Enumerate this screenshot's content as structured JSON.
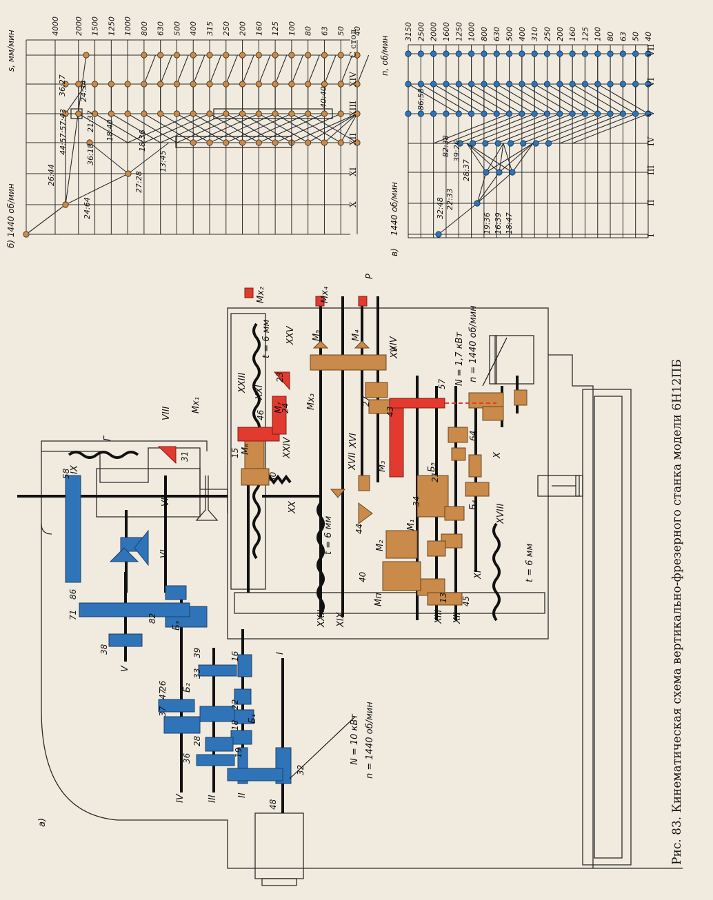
{
  "figure": {
    "caption": "Рис. 83. Кинематическая схема вертикально-фрезерного станка модели 6Н12ПБ",
    "panel_a": "а)",
    "panel_b": "б) 1440 об/мин",
    "panel_c": "в)"
  },
  "main_motor": {
    "power": "N = 10 кВт",
    "speed": "n = 1440 об/мин"
  },
  "feed_motor": {
    "power": "N = 1,7 кВт",
    "speed": "n = 1440 об/мин"
  },
  "colors": {
    "spindle_drive": "#2f74b8",
    "feed_drive": "#c98a4a",
    "rapid_drive": "#e23a2e",
    "frame": "#2a2a2a",
    "paper": "#f1ebdf"
  },
  "shafts": {
    "I": "I",
    "II": "II",
    "III": "III",
    "IV": "IV",
    "V": "V",
    "VI": "VI",
    "VII": "VII",
    "VIII": "VIII",
    "IX": "IX",
    "X": "X",
    "XI": "XI",
    "XII": "XII",
    "XIII": "XIII",
    "XIV": "XIV",
    "XV": "XV",
    "XVI": "XVI",
    "XVII": "XVII",
    "XVIII": "XVIII",
    "XIX": "XIX",
    "XX": "XX",
    "XXI": "XXI",
    "XXII": "XXII",
    "XXIII": "XXIII",
    "XXIV": "XXIV",
    "XXV": "XXV"
  },
  "clutches": {
    "Mx1": "Mx₁",
    "Mx2": "Mx₂",
    "Mx3": "Mx₃",
    "Mx4": "Mx₄",
    "M1": "M₁",
    "M2": "M₂",
    "M3": "M₃",
    "M4": "M₄",
    "M5": "M₅",
    "M6": "M₆",
    "M7": "M₇",
    "Mp": "Mп",
    "B1": "Б₁",
    "B2": "Б₂",
    "B3": "Б₃",
    "B4": "Б₄",
    "B5": "Б₅",
    "G": "Г",
    "P": "P"
  },
  "screw_pitch": "t = 6 мм",
  "gear_teeth": {
    "g32": "32",
    "g48": "48",
    "g36": "36",
    "g28": "28",
    "g37": "37",
    "g47": "47",
    "g26": "26",
    "g18": "18",
    "g33": "33",
    "g39": "39",
    "g19": "19",
    "g22": "22",
    "g16": "16",
    "g38": "38",
    "g82": "82",
    "g71": "71",
    "g86": "86",
    "g58": "58",
    "g31": "31",
    "g15": "15",
    "g46": "46",
    "g30": "30",
    "g23": "23",
    "g24": "24",
    "g40": "40",
    "g44": "44",
    "g34": "34",
    "g27": "27",
    "g64": "64",
    "g57": "57",
    "g43": "43",
    "g45": "45",
    "g13": "13",
    "g21": "21"
  },
  "feed_graph": {
    "unit": "s, мм/мин",
    "speeds": [
      "4000",
      "2000",
      "1500",
      "1250",
      "1000",
      "800",
      "630",
      "500",
      "400",
      "315",
      "250",
      "200",
      "160",
      "125",
      "100",
      "80",
      "63",
      "50",
      "40"
    ],
    "shafts": [
      "X",
      "XI",
      "XII",
      "XIII",
      "XIV",
      "С стол"
    ],
    "ratios": [
      "26:44",
      "44:57:57:43",
      "36:27",
      "24:34",
      "24:64",
      "36:18",
      "21:37",
      "18:40",
      "27:28",
      "18:36",
      "13:45",
      "40:40"
    ]
  },
  "spindle_graph": {
    "unit": "n, об/мин",
    "input_speed": "1440 об/мин",
    "speeds": [
      "3150",
      "2500",
      "2000",
      "1600",
      "1250",
      "1000",
      "800",
      "630",
      "500",
      "400",
      "310",
      "250",
      "200",
      "160",
      "125",
      "100",
      "80",
      "63",
      "50",
      "40"
    ],
    "shafts": [
      "I",
      "II",
      "III",
      "IV",
      "V",
      "VI",
      "VII"
    ],
    "ratios": [
      "32:48",
      "22:33",
      "19:36",
      "16:39",
      "18:47",
      "28:37",
      "39:26",
      "82:38",
      "86:58"
    ]
  }
}
